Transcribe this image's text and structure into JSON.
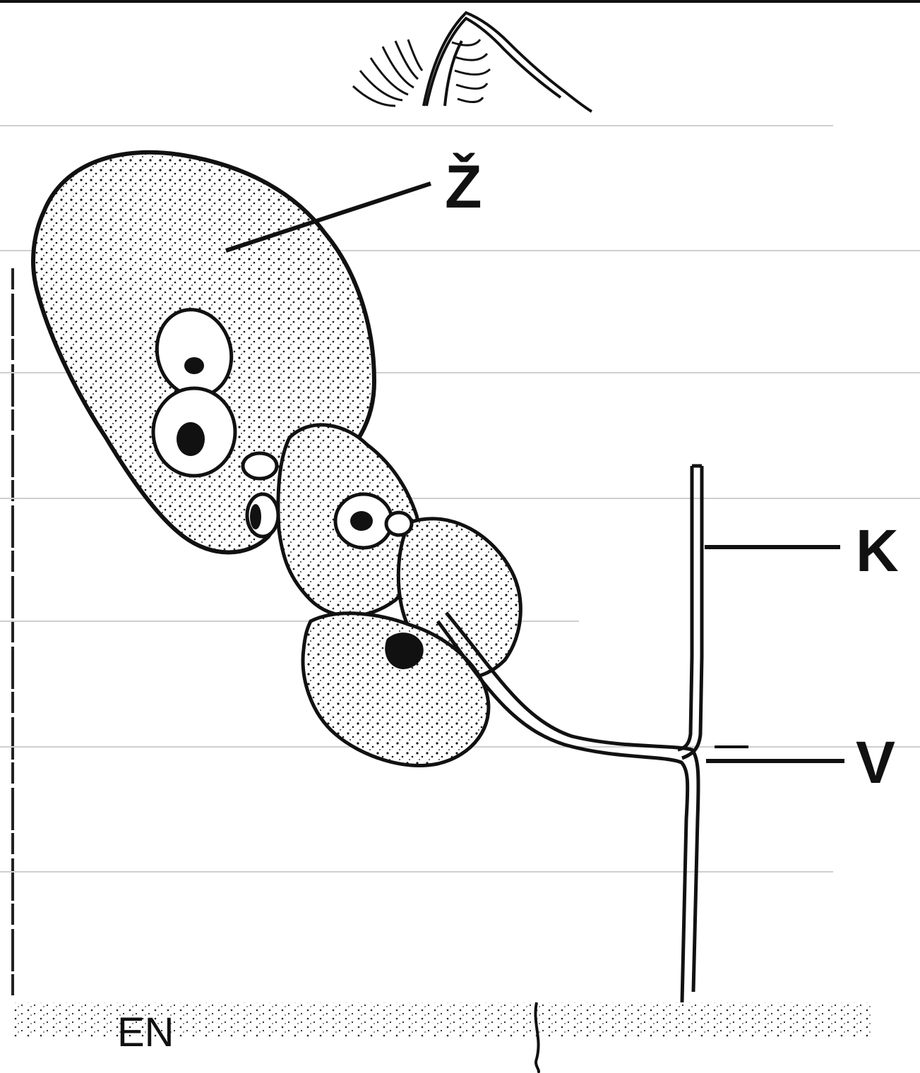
{
  "labels": {
    "z": "Ž",
    "k": "K",
    "v": "V",
    "en": "EN"
  },
  "colors": {
    "ink": "#111111",
    "paper": "#ffffff"
  }
}
